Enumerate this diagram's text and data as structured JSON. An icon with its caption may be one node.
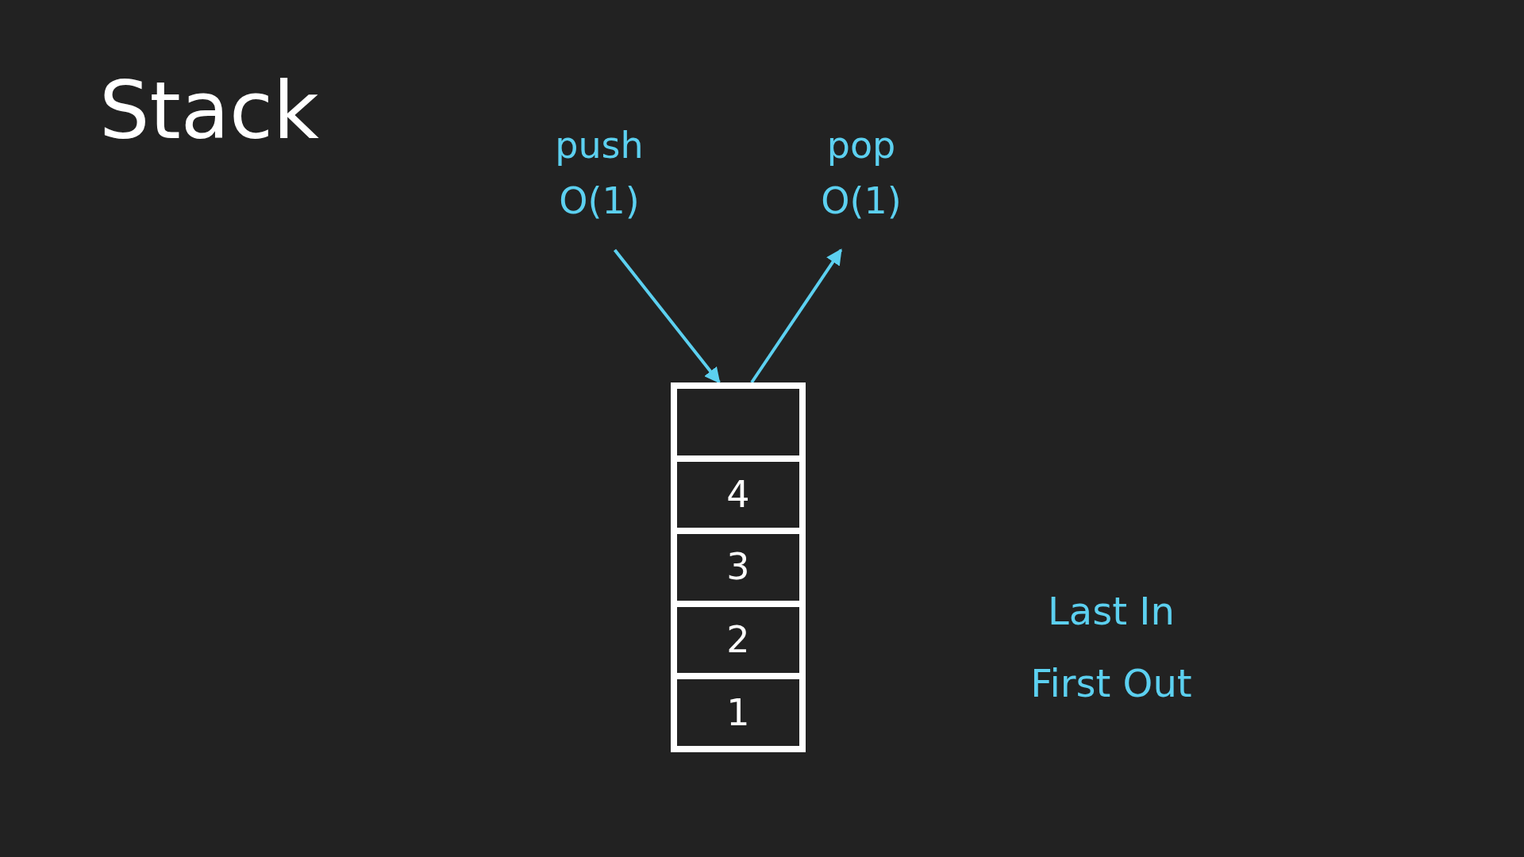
{
  "diagram": {
    "title": "Stack",
    "nodes": [
      {
        "text": [
          "push",
          "O(1)"
        ]
      },
      {
        "text": [
          "pop",
          "O(1)"
        ]
      },
      {
        "text": [],
        "shape": "box"
      },
      {
        "text": [],
        "shape": "box",
        "in": 2
      },
      {
        "text": [
          "4"
        ],
        "in": 2
      },
      {
        "text": [
          "3"
        ],
        "in": 2
      },
      {
        "text": [
          "2"
        ],
        "in": 2
      },
      {
        "text": [
          "1"
        ],
        "in": 2
      }
    ],
    "edges": [
      {
        "from": 0,
        "to": 2,
        "arrow": "to"
      },
      {
        "from": 2,
        "to": 1,
        "arrow": "to"
      }
    ],
    "labels": [
      "Last In First Out"
    ]
  }
}
